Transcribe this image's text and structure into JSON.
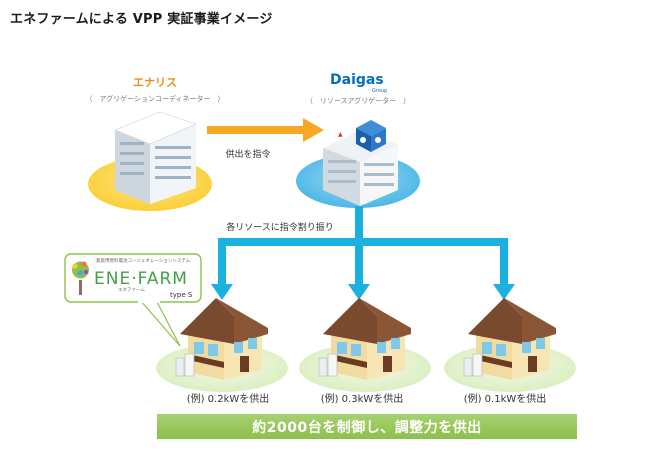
{
  "title": "エネファームによる VPP 実証事業イメージ",
  "enaris": {
    "name": "エナリス",
    "role": "（　アグリゲーションコーディネーター　）"
  },
  "daigas": {
    "logo": "Daigas",
    "logo_sub": "Group",
    "role": "（　リソースアグリゲーター　）"
  },
  "arrows": {
    "instruction": "供出を指令",
    "allocation": "各リソースに指令割り振り"
  },
  "enefarm": {
    "tagline": "家庭用燃料電池コージェネレーションシステム",
    "name": "ENE·FARM",
    "kana": "エネファーム",
    "type": "type S"
  },
  "houses": [
    {
      "label": "(例) 0.2kWを供出"
    },
    {
      "label": "(例) 0.3kWを供出"
    },
    {
      "label": "(例) 0.1kWを供出"
    }
  ],
  "banner": "約2000台を制御し、調整力を供出",
  "colors": {
    "orange_arrow": "#f7a823",
    "blue_arrow": "#1ab0e0",
    "banner_green": "#8cc04d",
    "enaris_orange": "#f08c1e",
    "daigas_blue": "#0071bc",
    "enefarm_green": "#4caf50"
  }
}
